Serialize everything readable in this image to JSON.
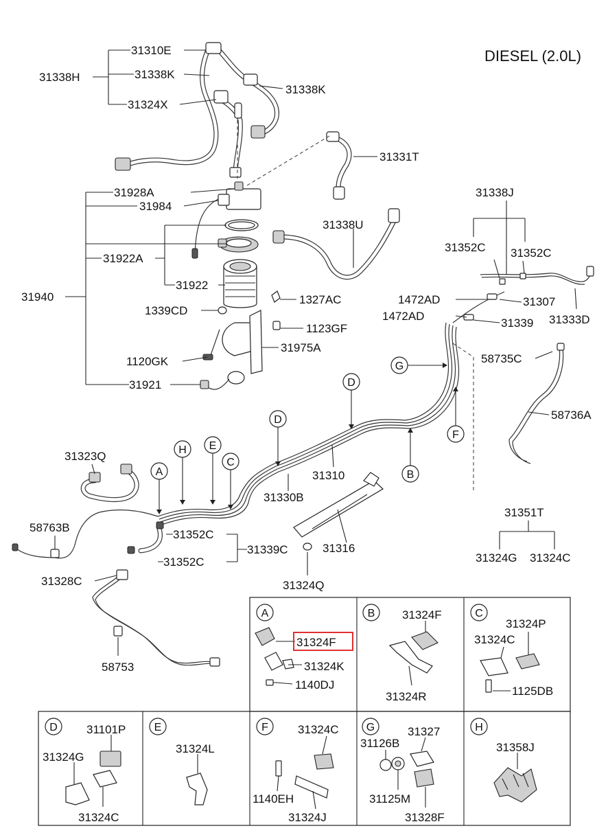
{
  "diagram": {
    "title": "DIESEL (2.0L)",
    "labels": {
      "31310E": "31310E",
      "31338H": "31338H",
      "31338K_a": "31338K",
      "31338K_b": "31338K",
      "31324X": "31324X",
      "31331T": "31331T",
      "31928A": "31928A",
      "31984": "31984",
      "31338U": "31338U",
      "31338J": "31338J",
      "31922A": "31922A",
      "31352C_a": "31352C",
      "31352C_b": "31352C",
      "31940": "31940",
      "31922": "31922",
      "1472AD_a": "1472AD",
      "31307": "31307",
      "1339CD": "1339CD",
      "1327AC": "1327AC",
      "1472AD_b": "1472AD",
      "31339": "31339",
      "31333D": "31333D",
      "1123GF": "1123GF",
      "31975A": "31975A",
      "1120GK": "1120GK",
      "58735C": "58735C",
      "31921": "31921",
      "58736A": "58736A",
      "31323Q": "31323Q",
      "31310": "31310",
      "31330B": "31330B",
      "58763B": "58763B",
      "31352C_c": "31352C",
      "31339C": "31339C",
      "31316": "31316",
      "31352C_d": "31352C",
      "31328C": "31328C",
      "31324Q": "31324Q",
      "31351T": "31351T",
      "31324G_a": "31324G",
      "31324C_a": "31324C",
      "58753": "58753"
    },
    "callouts": [
      "G",
      "D",
      "D",
      "F",
      "H",
      "E",
      "C",
      "A",
      "B"
    ],
    "detail_panels": {
      "A": {
        "letter": "A",
        "parts": [
          "31324F",
          "31324K",
          "1140DJ"
        ],
        "highlighted": "31324F"
      },
      "B": {
        "letter": "B",
        "parts": [
          "31324F",
          "31324R"
        ]
      },
      "C": {
        "letter": "C",
        "parts": [
          "31324P",
          "31324C",
          "1125DB"
        ]
      },
      "D": {
        "letter": "D",
        "parts": [
          "31101P",
          "31324G",
          "31324C"
        ]
      },
      "E": {
        "letter": "E",
        "parts": [
          "31324L"
        ]
      },
      "F": {
        "letter": "F",
        "parts": [
          "31324C",
          "1140EH",
          "31324J"
        ]
      },
      "G": {
        "letter": "G",
        "parts": [
          "31126B",
          "31327",
          "31125M",
          "31328F"
        ]
      },
      "H": {
        "letter": "H",
        "parts": [
          "31358J"
        ]
      }
    },
    "colors": {
      "line": "#222222",
      "highlight": "#e03030",
      "background": "#ffffff"
    }
  }
}
